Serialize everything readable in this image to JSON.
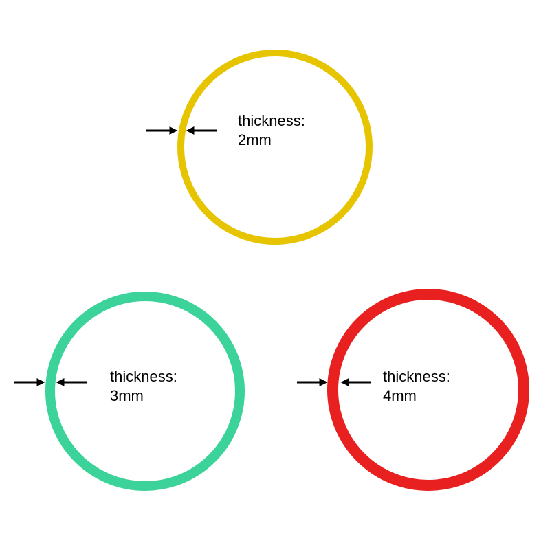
{
  "rings": [
    {
      "label": "thickness:",
      "value": "2mm",
      "color": "#e6c400",
      "thickness_mm": 2
    },
    {
      "label": "thickness:",
      "value": "3mm",
      "color": "#3cd39a",
      "thickness_mm": 3
    },
    {
      "label": "thickness:",
      "value": "4mm",
      "color": "#e8201f",
      "thickness_mm": 4
    }
  ]
}
